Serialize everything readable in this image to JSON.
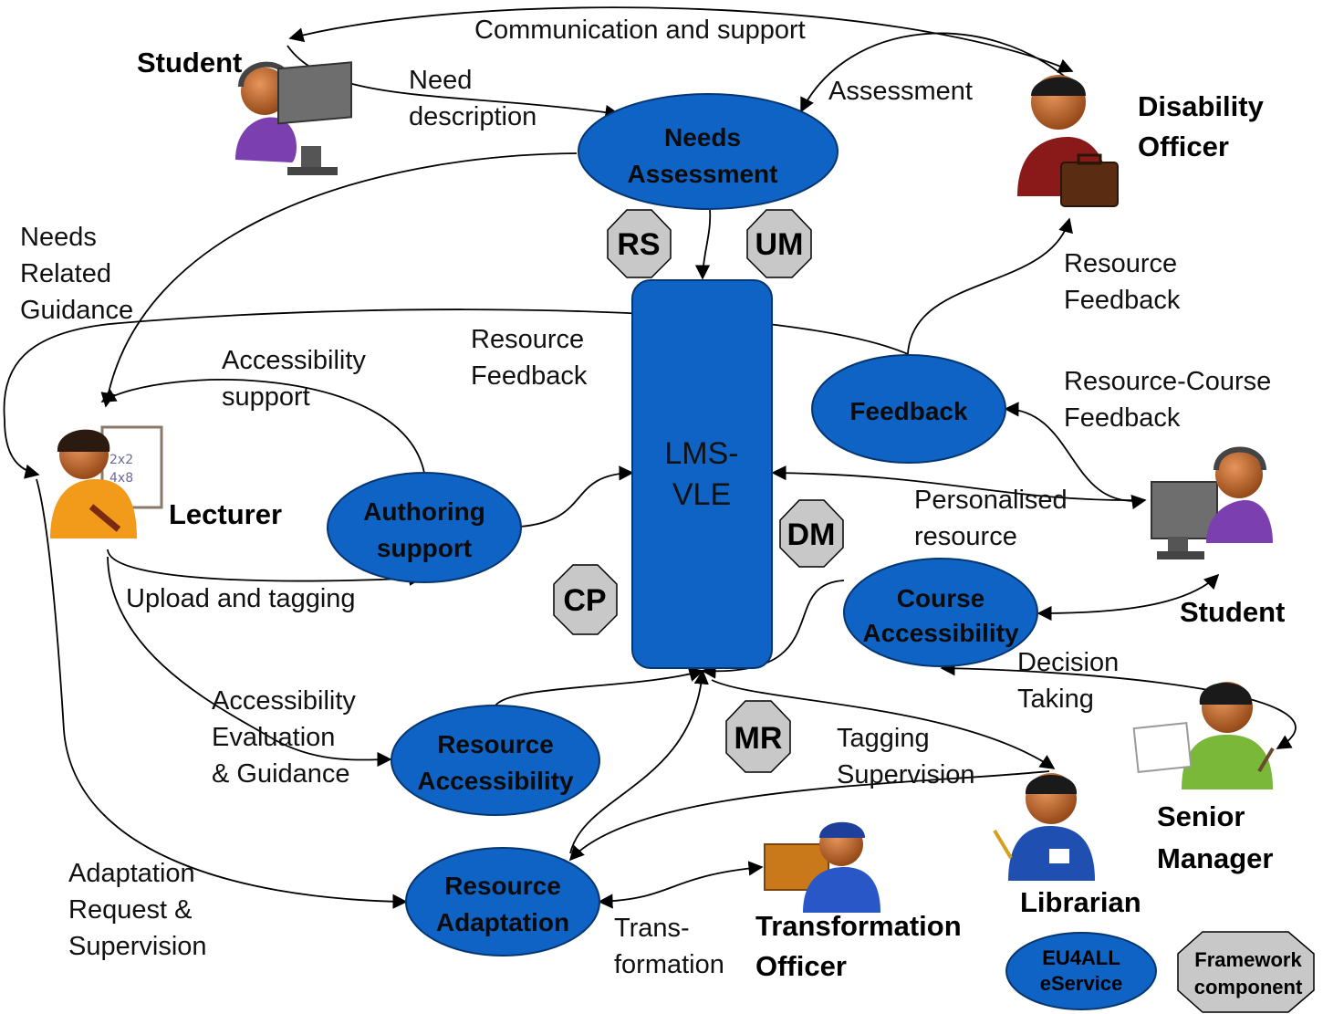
{
  "actors": {
    "student_top": "Student",
    "disability_officer": [
      "Disability",
      "Officer"
    ],
    "lecturer": "Lecturer",
    "student_right": "Student",
    "senior_manager": [
      "Senior",
      "Manager"
    ],
    "librarian": "Librarian",
    "transformation_officer": [
      "Transformation",
      "Officer"
    ]
  },
  "services": {
    "needs_assessment": [
      "Needs",
      "Assessment"
    ],
    "feedback": "Feedback",
    "authoring_support": [
      "Authoring",
      "support"
    ],
    "course_accessibility": [
      "Course",
      "Accessibility"
    ],
    "resource_accessibility": [
      "Resource",
      "Accessibility"
    ],
    "resource_adaptation": [
      "Resource",
      "Adaptation"
    ]
  },
  "lms": [
    "LMS-",
    "VLE"
  ],
  "components": {
    "rs": "RS",
    "um": "UM",
    "dm": "DM",
    "cp": "CP",
    "mr": "MR"
  },
  "edges": {
    "communication_support": "Communication  and  support",
    "need_description": [
      "Need",
      "description"
    ],
    "assessment": "Assessment",
    "needs_related_guidance": [
      "Needs",
      "Related",
      "Guidance"
    ],
    "resource_feedback_do": [
      "Resource",
      "Feedback"
    ],
    "resource_feedback_left": [
      "Resource",
      "Feedback"
    ],
    "accessibility_support": [
      "Accessibility",
      "support"
    ],
    "resource_course_feedback": [
      "Resource-Course",
      "Feedback"
    ],
    "personalised_resource": [
      "Personalised",
      "resource"
    ],
    "upload_tagging": "Upload  and tagging",
    "decision_taking": [
      "Decision",
      "Taking"
    ],
    "accessibility_evaluation": [
      "Accessibility",
      "Evaluation",
      "& Guidance"
    ],
    "tagging_supervision": [
      "Tagging",
      "Supervision"
    ],
    "adaptation_request": [
      "Adaptation",
      "Request &",
      "Supervision"
    ],
    "transformation": [
      "Trans-",
      "formation"
    ]
  },
  "legend": {
    "eservice": [
      "EU4ALL",
      "eService"
    ],
    "framework": [
      "Framework",
      "component"
    ]
  },
  "colors": {
    "service_fill": "#0e63c4",
    "component_fill": "#c8c8c8",
    "skin": "#c86a2a",
    "student_shirt": "#7b3fb0",
    "officer_suit": "#8a1a1a",
    "lecturer_shirt": "#f29a1a",
    "manager_suit": "#7ab83a",
    "librarian_suit": "#1f4fb0",
    "worker_suit": "#2a57c8"
  }
}
